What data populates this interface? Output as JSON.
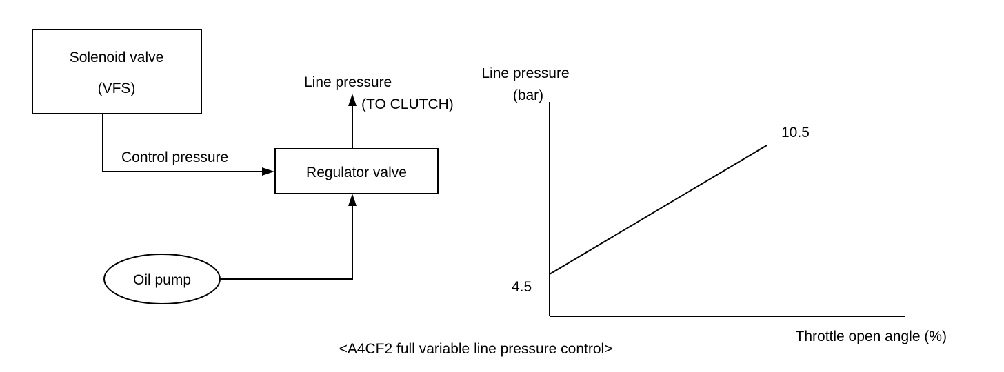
{
  "flow": {
    "solenoid_valve": {
      "line1": "Solenoid valve",
      "line2": "(VFS)"
    },
    "control_pressure_label": "Control pressure",
    "regulator_valve_label": "Regulator valve",
    "line_pressure_label": "Line pressure",
    "to_clutch_label": "(TO CLUTCH)",
    "oil_pump_label": "Oil pump"
  },
  "chart_data": {
    "type": "line",
    "xlabel": "Throttle open angle (%)",
    "ylabel_line1": "Line pressure",
    "ylabel_line2": "(bar)",
    "series": [
      {
        "values": [
          4.5,
          10.5
        ]
      }
    ],
    "value_labels": [
      "4.5",
      "10.5"
    ],
    "grid": false
  },
  "caption": "<A4CF2 full variable line pressure control>",
  "colors": {
    "ink": "#000000",
    "background": "#ffffff"
  }
}
